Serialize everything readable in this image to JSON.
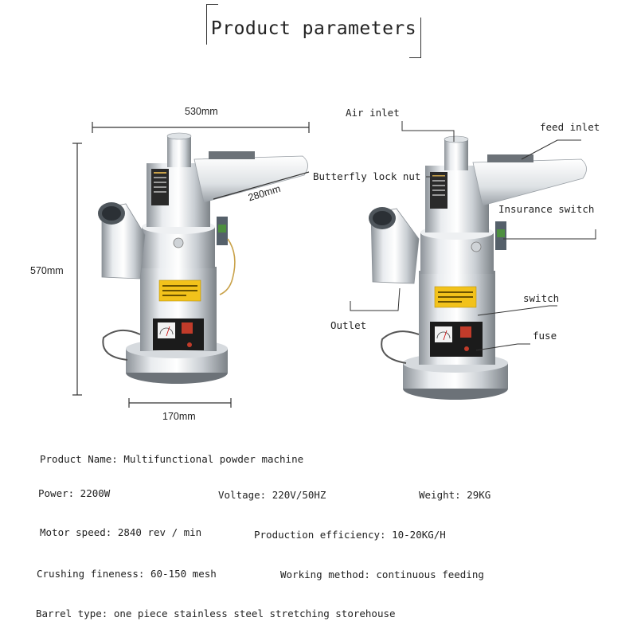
{
  "header": {
    "title": "Product parameters"
  },
  "dimensions": {
    "width": "530mm",
    "depth": "280mm",
    "height": "570mm",
    "base": "170mm"
  },
  "callouts": {
    "air_inlet": "Air inlet",
    "feed_inlet": "feed inlet",
    "butterfly_lock_nut": "Butterfly lock nut",
    "insurance_switch": "Insurance switch",
    "outlet": "Outlet",
    "switch": "switch",
    "fuse": "fuse"
  },
  "specs": {
    "product_name": "Product Name: Multifunctional powder machine",
    "power": "Power: 2200W",
    "voltage": "Voltage: 220V/50HZ",
    "weight": "Weight: 29KG",
    "motor_speed": "Motor speed: 2840 rev / min",
    "production_efficiency": "Production efficiency: 10-20KG/H",
    "crushing_fineness": "Crushing fineness: 60-150 mesh",
    "working_method": "Working method: continuous feeding",
    "barrel_type": "Barrel type: one piece stainless steel stretching storehouse"
  }
}
